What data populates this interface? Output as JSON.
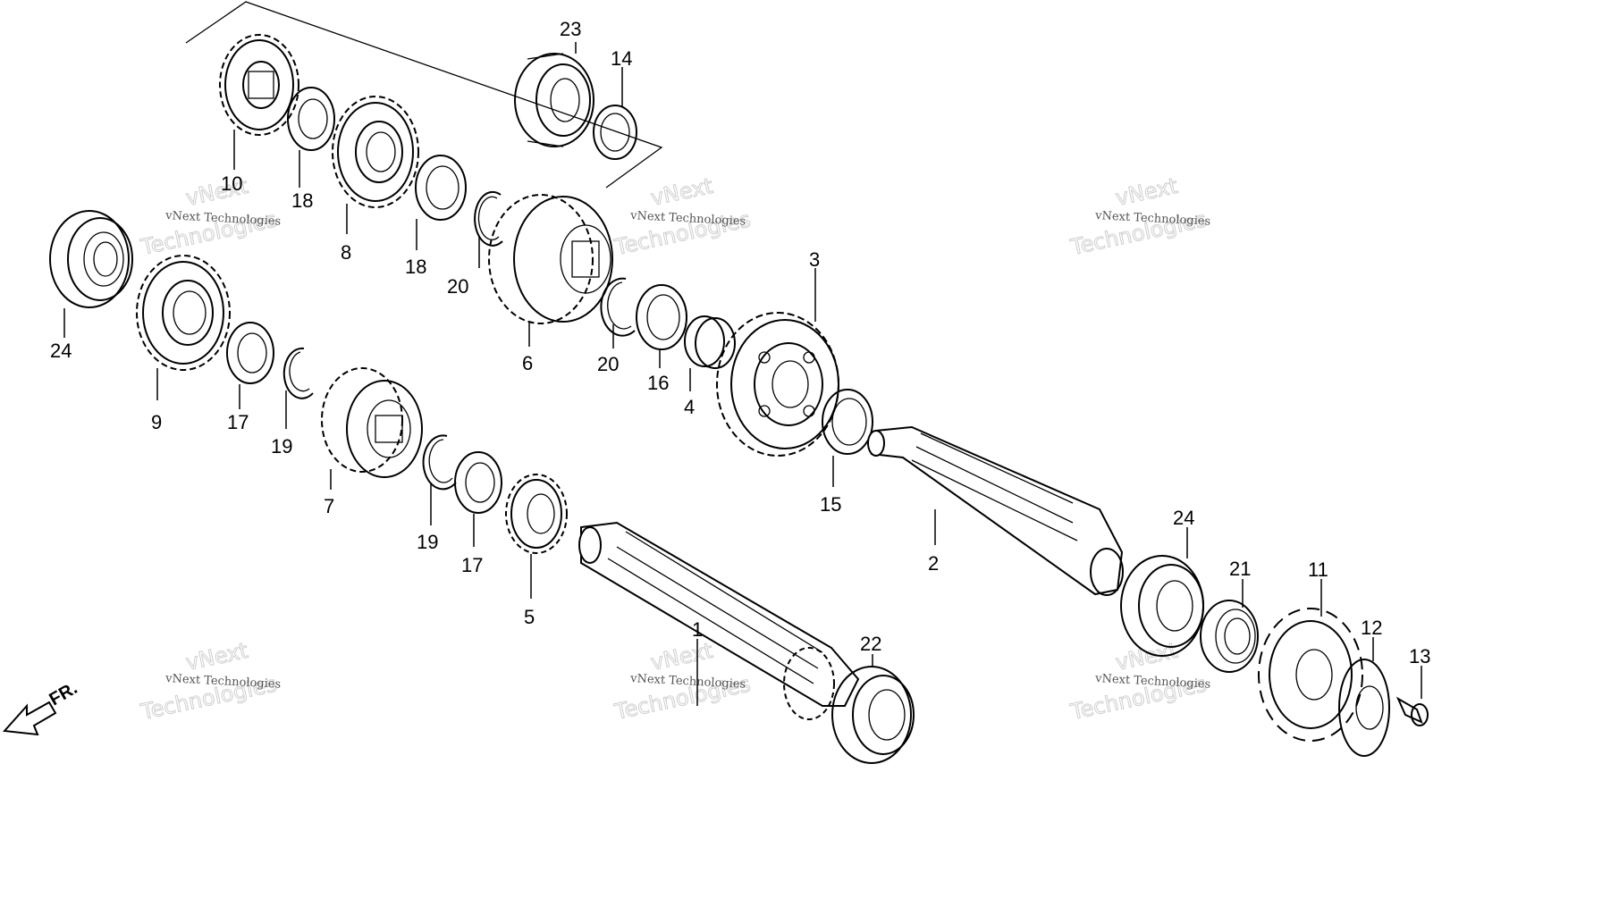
{
  "callouts": [
    {
      "id": "c1",
      "text": "10"
    },
    {
      "id": "c2",
      "text": "18"
    },
    {
      "id": "c3",
      "text": "8"
    },
    {
      "id": "c4",
      "text": "18"
    },
    {
      "id": "c5",
      "text": "20"
    },
    {
      "id": "c6",
      "text": "23"
    },
    {
      "id": "c7",
      "text": "14"
    },
    {
      "id": "c8",
      "text": "24"
    },
    {
      "id": "c9",
      "text": "9"
    },
    {
      "id": "c10",
      "text": "17"
    },
    {
      "id": "c11",
      "text": "19"
    },
    {
      "id": "c12",
      "text": "7"
    },
    {
      "id": "c13",
      "text": "6"
    },
    {
      "id": "c14",
      "text": "20"
    },
    {
      "id": "c15",
      "text": "16"
    },
    {
      "id": "c16",
      "text": "4"
    },
    {
      "id": "c17",
      "text": "3"
    },
    {
      "id": "c18",
      "text": "15"
    },
    {
      "id": "c19",
      "text": "19"
    },
    {
      "id": "c20",
      "text": "17"
    },
    {
      "id": "c21",
      "text": "5"
    },
    {
      "id": "c22",
      "text": "2"
    },
    {
      "id": "c23",
      "text": "24"
    },
    {
      "id": "c24",
      "text": "21"
    },
    {
      "id": "c25",
      "text": "11"
    },
    {
      "id": "c26",
      "text": "12"
    },
    {
      "id": "c27",
      "text": "13"
    },
    {
      "id": "c28",
      "text": "22"
    },
    {
      "id": "c29",
      "text": "1"
    }
  ],
  "watermark": {
    "line1": "vNext Technologies",
    "line2": "vNext",
    "line3": "Technologies"
  },
  "direction_label": "FR."
}
